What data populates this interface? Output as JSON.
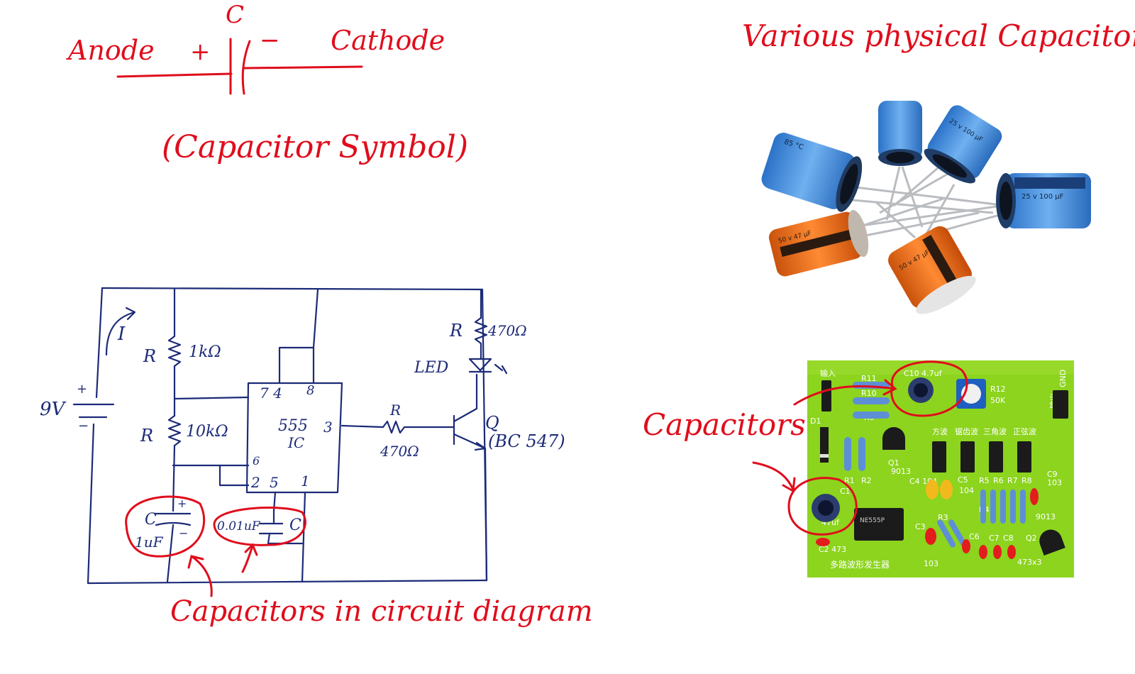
{
  "symbol": {
    "letter": "C",
    "anode": "Anode",
    "cathode": "Cathode",
    "plus": "+",
    "minus": "−",
    "caption": "(Capacitor Symbol)"
  },
  "photos_title": "Various physical Capacitors",
  "capacitor_photo": {
    "blue_label": "25 v 100 μF",
    "orange_label": "50 v 47 μF",
    "temp_label": "85 °C"
  },
  "pcb": {
    "input_label": "输入",
    "gnd_label": "GND",
    "out_label": "输出",
    "c10": "C10 4.7uf",
    "r11": "R11",
    "r10": "R10",
    "r9": "R9",
    "r12": "R12",
    "r12_val": "50K",
    "d1": "D1",
    "q1": "Q1",
    "q1_val": "9013",
    "square": "方波",
    "sawtooth": "锯齿波",
    "triangle": "三角波",
    "sine": "正弦波",
    "r1": "R1",
    "r2": "R2",
    "c1": "C1",
    "c1_val": "47uf",
    "c2": "C2 473",
    "c3": "C3",
    "c3_val": "103",
    "c4": "C4 104",
    "c5": "C5",
    "c5_val": "104",
    "r3": "R3",
    "r4": "R4",
    "r5": "R5",
    "r6": "R6",
    "r7": "R7",
    "r8": "R8",
    "c6": "C6",
    "c7": "C7",
    "c8": "C8",
    "c9": "C9",
    "c9_val": "103",
    "q2": "Q2",
    "q2_val": "9013",
    "bottom_vals": "473x3",
    "ic": "NE555P",
    "board_name": "多路波形发生器"
  },
  "pcb_callout": "Capacitors",
  "circuit": {
    "battery": "9V",
    "plus": "+",
    "minus": "−",
    "current": "I",
    "r_top": "R",
    "r_top_val": "1kΩ",
    "r_mid": "R",
    "r_mid_val": "10kΩ",
    "pin74": "7 4",
    "pin8": "8",
    "ic_name": "555",
    "ic_sub": "IC",
    "pin3": "3",
    "pin6": "6",
    "pin2": "2",
    "pin5": "5",
    "pin1": "1",
    "r_led": "R",
    "r_led_val": "470Ω",
    "led": "LED",
    "r_base": "R",
    "r_base_val": "470Ω",
    "q": "Q",
    "q_part": "(BC 547)",
    "cap1_name": "C",
    "cap1_val": "1uF",
    "cap2_val": "0.01uF",
    "cap2_name": "C"
  },
  "circuit_caption": "Capacitors in circuit diagram"
}
